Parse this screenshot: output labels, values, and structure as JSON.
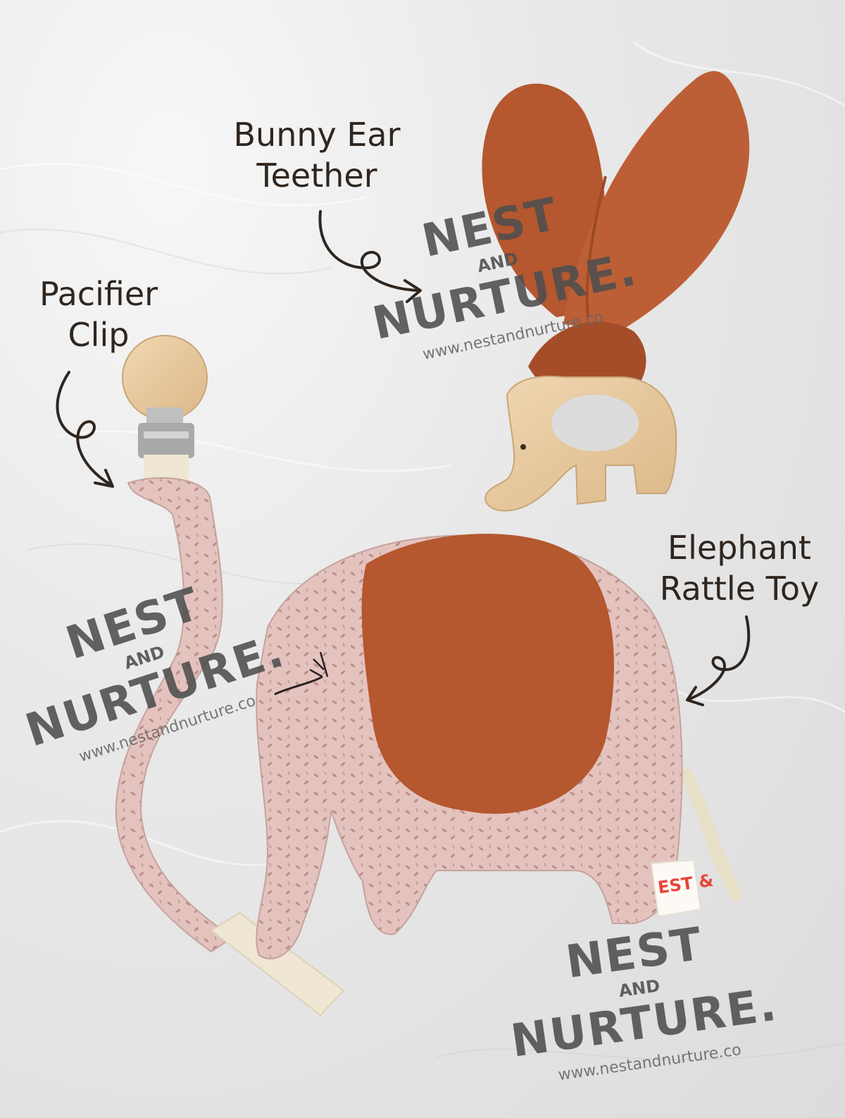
{
  "labels": {
    "bunny_line1": "Bunny Ear",
    "bunny_line2": "Teether",
    "pacifier_line1": "Pacifier",
    "pacifier_line2": "Clip",
    "elephant_line1": "Elephant",
    "elephant_line2": "Rattle Toy"
  },
  "watermark": {
    "word1": "NEST",
    "word2": "AND",
    "word3": "NURTURE.",
    "url": "www.nestandnurture.co"
  },
  "tag_text": "EST &",
  "colors": {
    "rust": "#b5572f",
    "pink": "#e6c4c0",
    "wood": "#e8c9a0",
    "label_text": "#2f261f"
  }
}
